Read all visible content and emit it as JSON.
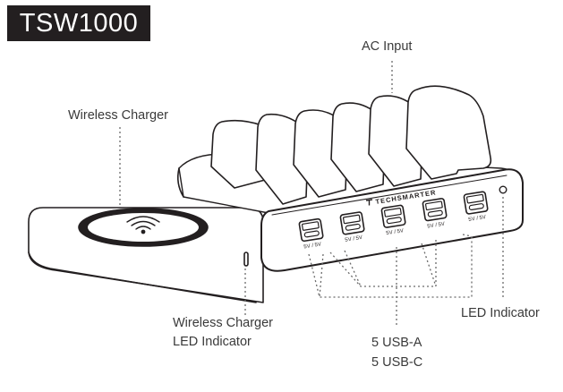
{
  "title": "TSW1000",
  "labels": {
    "ac_input": "AC Input",
    "wireless_charger": "Wireless Charger",
    "wireless_led_line1": "Wireless Charger",
    "wireless_led_line2": "LED Indicator",
    "led_indicator": "LED Indicator",
    "usb_line1": "5 USB-A",
    "usb_line2": "5 USB-C"
  },
  "brand": "TECHSMARTER",
  "port_marking": "5V / 5V",
  "port_count": 5,
  "slot_count": 6,
  "colors": {
    "title_bg": "#231f20",
    "title_text": "#ffffff",
    "outline": "#231f20",
    "label_text": "#3a3a3a",
    "dotted_line": "#6a6a6a"
  }
}
